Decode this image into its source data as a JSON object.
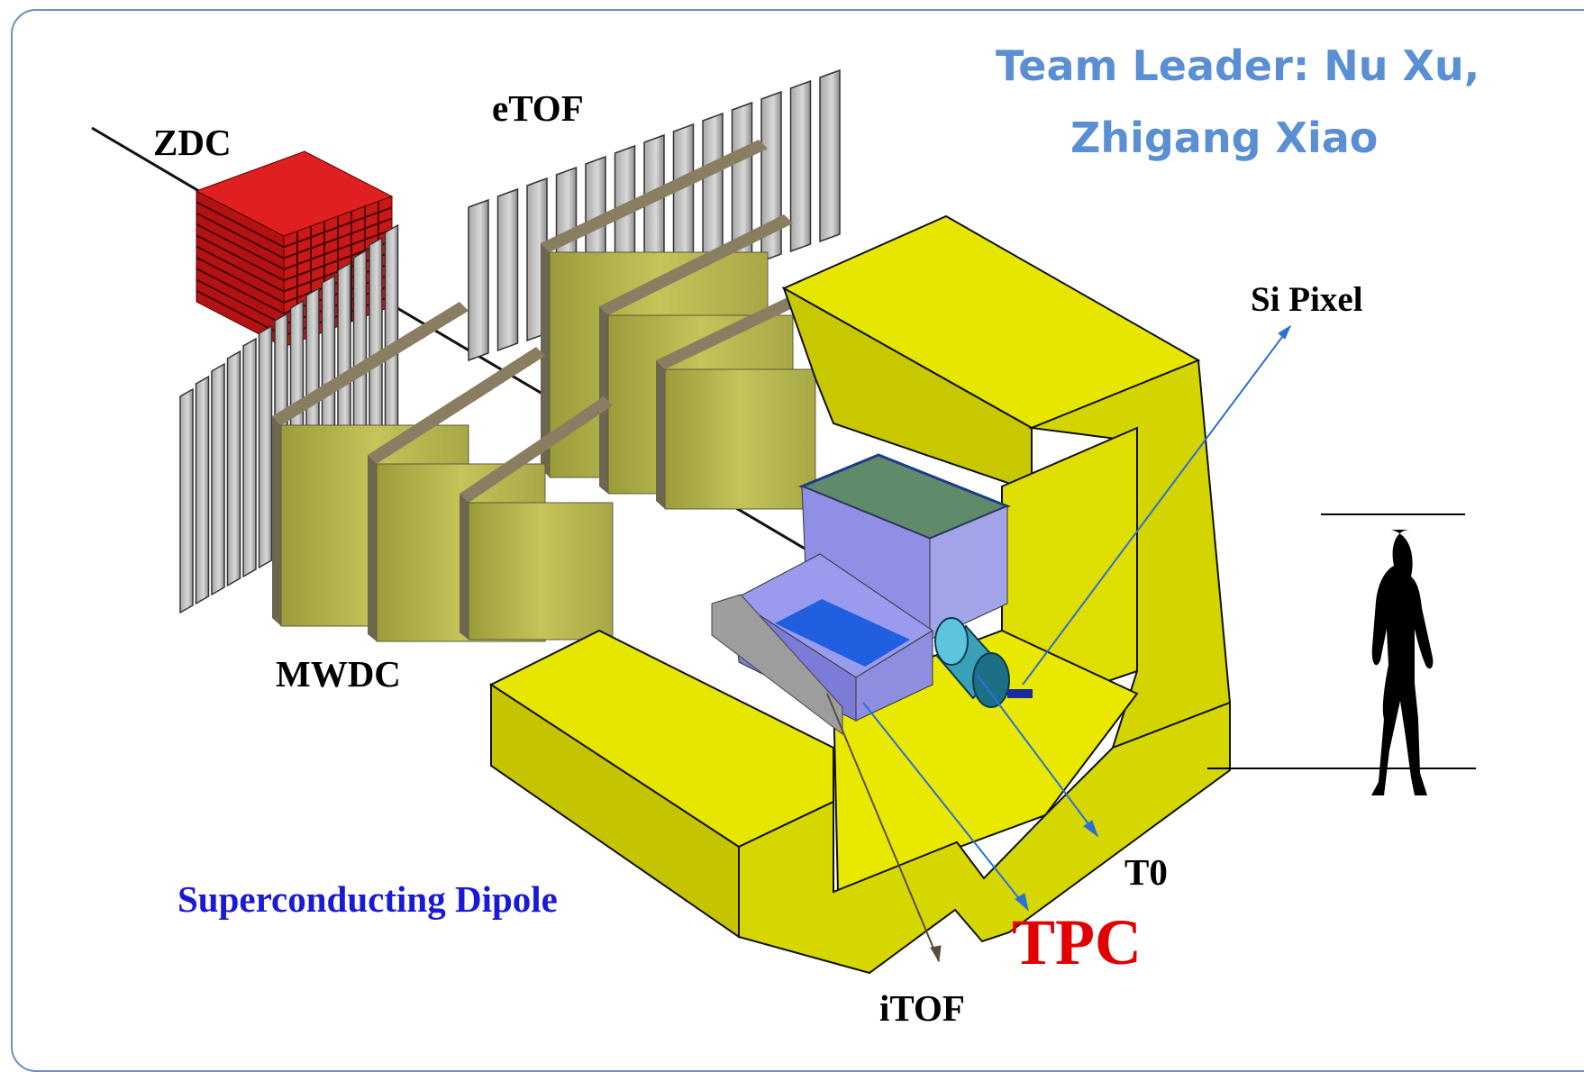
{
  "title": {
    "line1": "Team Leader: Nu Xu,",
    "line2": "Zhigang Xiao"
  },
  "labels": {
    "zdc": "ZDC",
    "etof": "eTOF",
    "si_pixel": "Si Pixel",
    "mwdc": "MWDC",
    "t0": "T0",
    "tpc": "TPC",
    "itof": "iTOF",
    "dipole": "Superconducting Dipole"
  },
  "colors": {
    "title": "#5b8fd3",
    "dipole_label": "#1a1ad6",
    "tpc_label": "#e00000",
    "magnet": "#dede00",
    "zdc": "#d01010",
    "pointer_blue": "#2b6fd8",
    "pointer_itof": "#5a4e3a"
  }
}
